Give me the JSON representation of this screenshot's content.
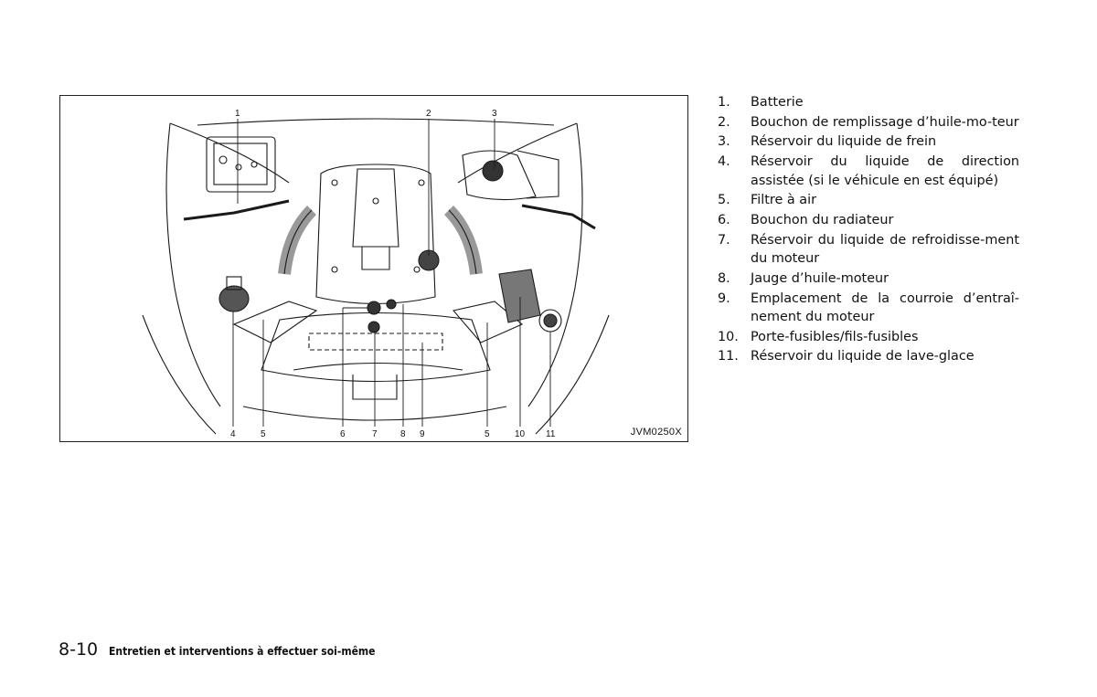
{
  "figure": {
    "code": "JVM0250X",
    "top_callouts": [
      "1",
      "2",
      "3"
    ],
    "bottom_callouts": [
      "4",
      "5",
      "6",
      "7",
      "8",
      "9",
      "5",
      "10",
      "11"
    ]
  },
  "legend": [
    {
      "num": "1.",
      "text": "Batterie"
    },
    {
      "num": "2.",
      "text": "Bouchon de remplissage d’huile-mo-teur"
    },
    {
      "num": "3.",
      "text": "Réservoir du liquide de frein"
    },
    {
      "num": "4.",
      "text": "Réservoir du liquide de direction assistée (si le véhicule en est équipé)"
    },
    {
      "num": "5.",
      "text": "Filtre à air"
    },
    {
      "num": "6.",
      "text": "Bouchon du radiateur"
    },
    {
      "num": "7.",
      "text": "Réservoir du liquide de refroidisse-ment du moteur"
    },
    {
      "num": "8.",
      "text": "Jauge d’huile-moteur"
    },
    {
      "num": "9.",
      "text": "Emplacement de la courroie d’entraî-nement du moteur"
    },
    {
      "num": "10.",
      "text": "Porte-fusibles/fils-fusibles"
    },
    {
      "num": "11.",
      "text": "Réservoir du liquide de lave-glace"
    }
  ],
  "footer": {
    "page_number": "8-10",
    "section_title": "Entretien et interventions à effectuer soi-même"
  }
}
